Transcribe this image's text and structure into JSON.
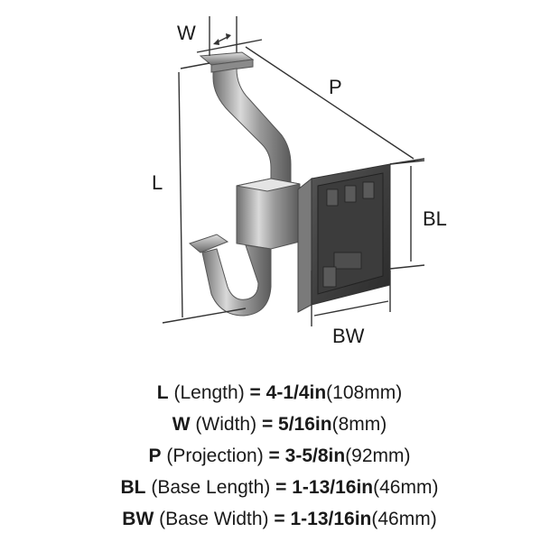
{
  "diagram": {
    "labels": {
      "w": "W",
      "p": "P",
      "l": "L",
      "bl": "BL",
      "bw": "BW"
    }
  },
  "specs": [
    {
      "abbr": "L",
      "name": "(Length)",
      "equals": "=",
      "imperial": "4-1/4in",
      "metric": "(108mm)"
    },
    {
      "abbr": "W",
      "name": "(Width)",
      "equals": "=",
      "imperial": "5/16in",
      "metric": "(8mm)"
    },
    {
      "abbr": "P",
      "name": "(Projection)",
      "equals": "=",
      "imperial": "3-5/8in",
      "metric": "(92mm)"
    },
    {
      "abbr": "BL",
      "name": "(Base Length)",
      "equals": "=",
      "imperial": "1-13/16in",
      "metric": "(46mm)"
    },
    {
      "abbr": "BW",
      "name": "(Base Width)",
      "equals": "=",
      "imperial": "1-13/16in",
      "metric": "(46mm)"
    }
  ]
}
